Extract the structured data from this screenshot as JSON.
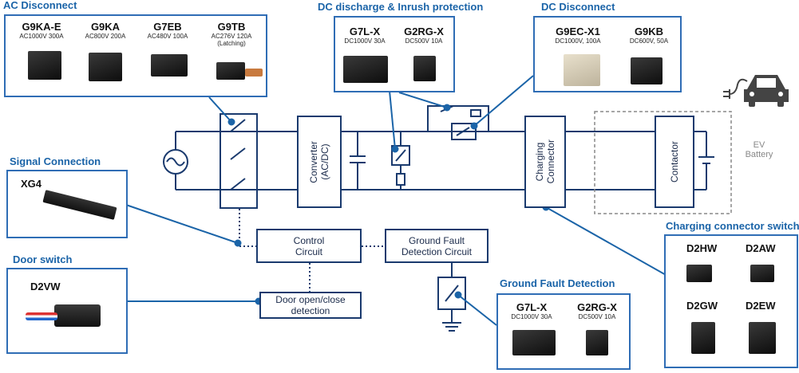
{
  "sections": {
    "ac_disconnect": "AC Disconnect",
    "dc_discharge": "DC discharge & Inrush protection",
    "dc_disconnect": "DC Disconnect",
    "signal_connection": "Signal Connection",
    "door_switch": "Door switch",
    "charging_connector_switch": "Charging connector switch",
    "ground_fault_detection": "Ground Fault Detection"
  },
  "ac_products": [
    {
      "name": "G9KA-E",
      "spec": "AC1000V 300A"
    },
    {
      "name": "G9KA",
      "spec": "AC800V 200A"
    },
    {
      "name": "G7EB",
      "spec": "AC480V 100A"
    },
    {
      "name": "G9TB",
      "spec": "AC276V 120A",
      "note": "(Latching)"
    }
  ],
  "dc_discharge_products": [
    {
      "name": "G7L-X",
      "spec": "DC1000V 30A"
    },
    {
      "name": "G2RG-X",
      "spec": "DC500V 10A"
    }
  ],
  "dc_disconnect_products": [
    {
      "name": "G9EC-X1",
      "spec": "DC1000V, 100A"
    },
    {
      "name": "G9KB",
      "spec": "DC600V, 50A"
    }
  ],
  "signal_product": "XG4",
  "door_product": "D2VW",
  "connector_switches": [
    "D2HW",
    "D2AW",
    "D2GW",
    "D2EW"
  ],
  "gfd_products": [
    {
      "name": "G7L-X",
      "spec": "DC1000V 30A"
    },
    {
      "name": "G2RG-X",
      "spec": "DC500V 10A"
    }
  ],
  "blocks": {
    "converter": "Converter\n(AC/DC)",
    "charging_connector": "Charging\nConnector",
    "contactor": "Contactor",
    "control_circuit": "Control\nCircuit",
    "ground_fault_circuit": "Ground Fault\nDetection Circuit",
    "door_detection": "Door open/close\ndetection",
    "ev_battery": "EV\nBattery"
  },
  "icons": {
    "ac_source": "ac-source-icon",
    "ev_car": "ev-car-icon",
    "ground": "ground-icon"
  },
  "colors": {
    "accent": "#2f6db5",
    "line": "#1a3a6e",
    "title": "#1b64a8"
  }
}
